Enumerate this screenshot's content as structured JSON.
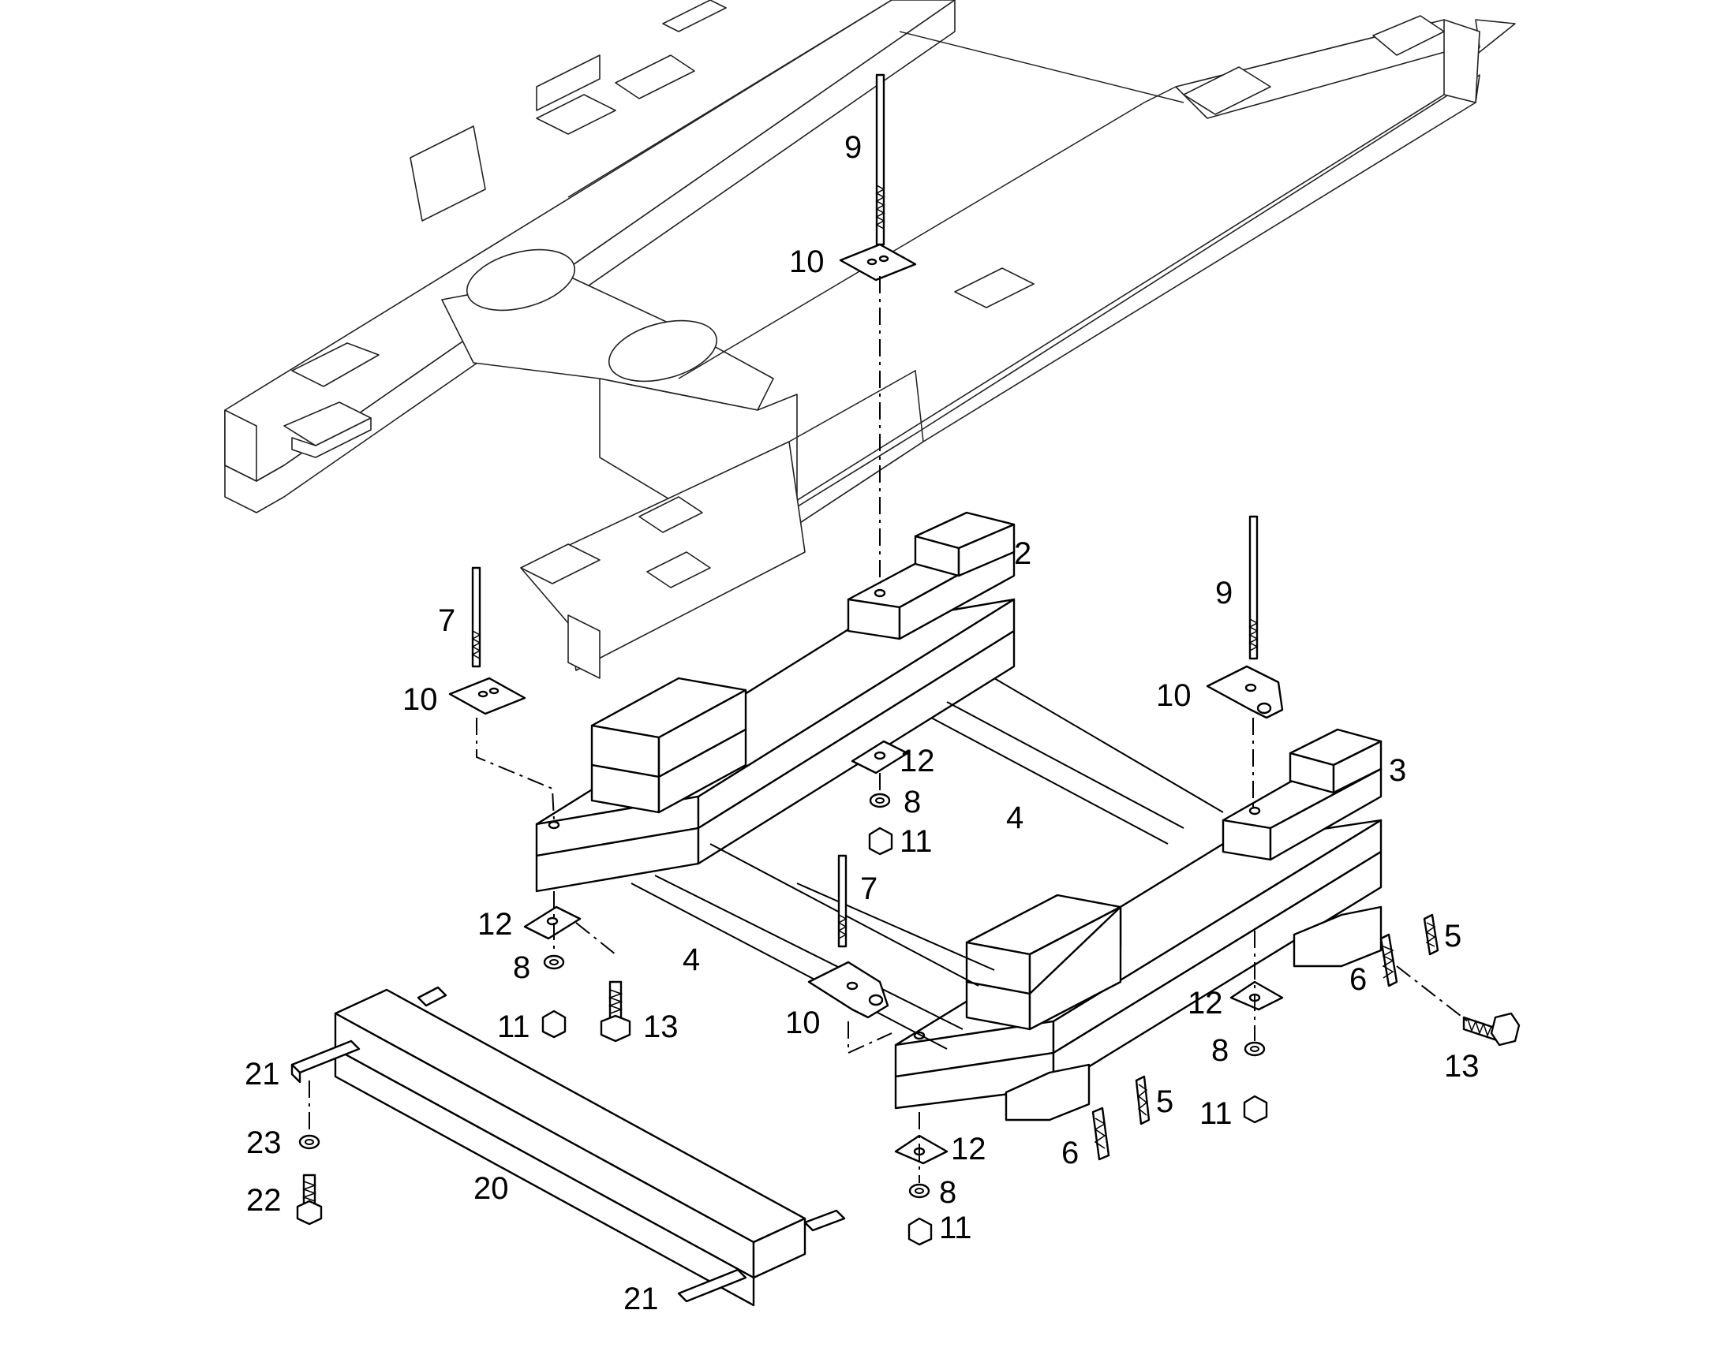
{
  "callouts": {
    "c2": "2",
    "c3": "3",
    "c4a": "4",
    "c4b": "4",
    "c5a": "5",
    "c5b": "5",
    "c6a": "6",
    "c6b": "6",
    "c7a": "7",
    "c7b": "7",
    "c8a": "8",
    "c8b": "8",
    "c8c": "8",
    "c8d": "8",
    "c9a": "9",
    "c9b": "9",
    "c10a": "10",
    "c10b": "10",
    "c10c": "10",
    "c10d": "10",
    "c11a": "11",
    "c11b": "11",
    "c11c": "11",
    "c11d": "11",
    "c12a": "12",
    "c12b": "12",
    "c12c": "12",
    "c12d": "12",
    "c13a": "13",
    "c13b": "13",
    "c20": "20",
    "c21a": "21",
    "c21b": "21",
    "c22": "22",
    "c23": "23"
  }
}
